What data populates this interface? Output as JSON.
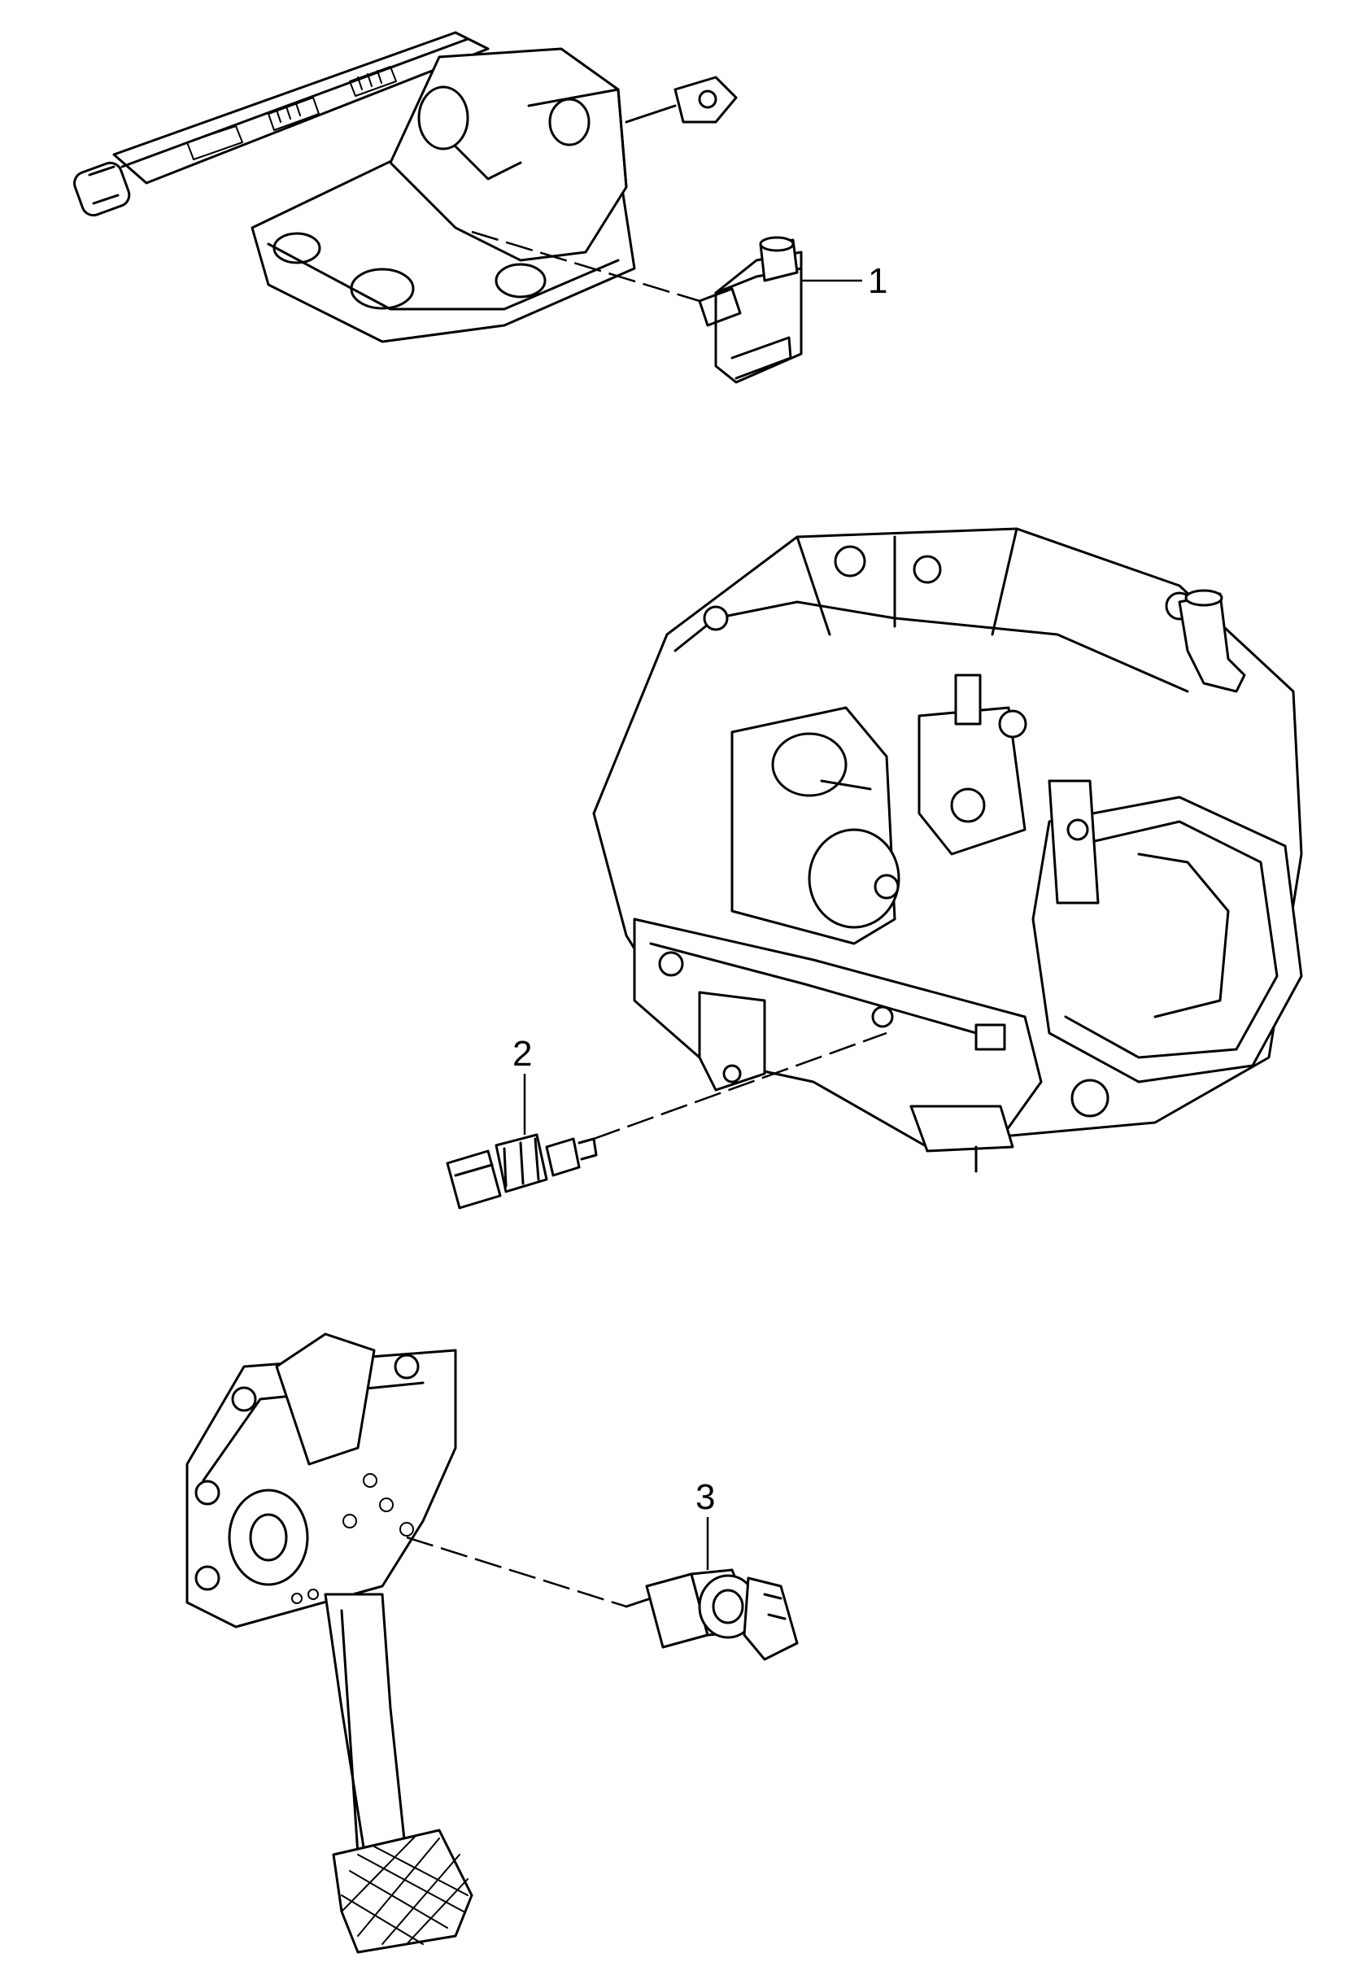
{
  "callouts": {
    "1": "1",
    "2": "2",
    "3": "3"
  },
  "footer_code": "",
  "colors": {
    "ink": "#000000",
    "paper": "#ffffff"
  }
}
